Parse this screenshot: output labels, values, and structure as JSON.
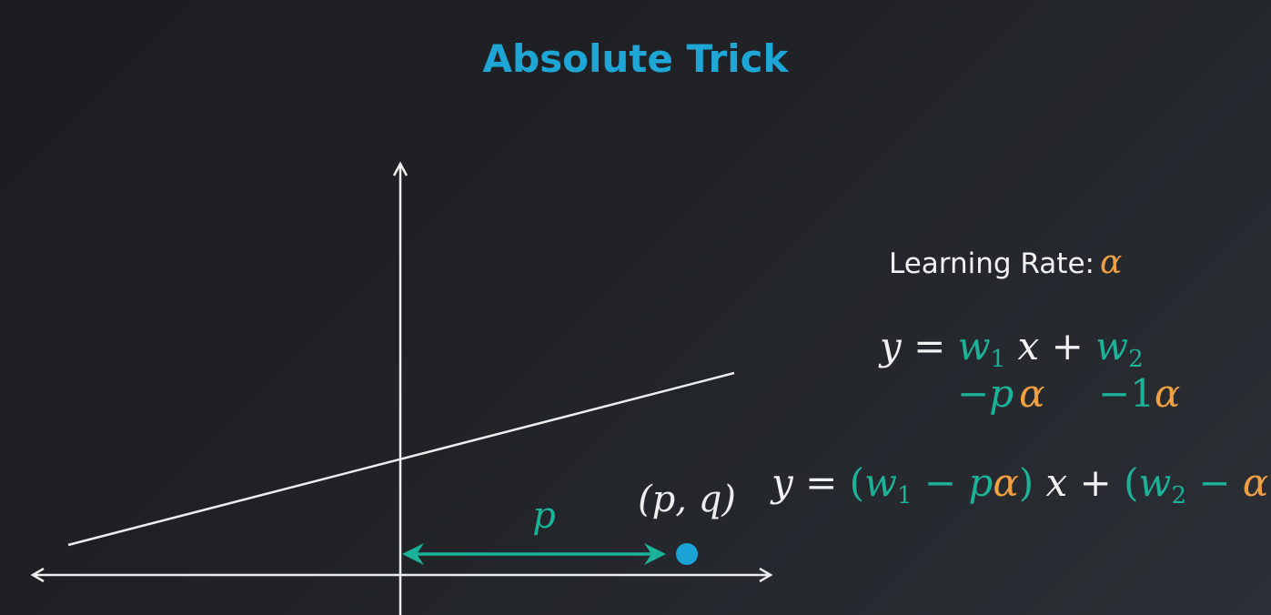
{
  "title": "Absolute Trick",
  "learning_rate": {
    "label": "Learning Rate:",
    "symbol": "α"
  },
  "equation1": {
    "y": "y",
    "eq": "=",
    "w1": "w",
    "w1_sub": "1",
    "x": "x",
    "plus": "+",
    "w2": "w",
    "w2_sub": "2"
  },
  "updates": {
    "w1_minus": "−",
    "w1_p": "p",
    "w1_alpha": "α",
    "w2_minus": "−1",
    "w2_alpha": "α"
  },
  "equation2": {
    "y": "y",
    "eq": "=",
    "open1": "(",
    "w1": "w",
    "w1_sub": "1",
    "minus1": "−",
    "p": "p",
    "alpha1": "α",
    "close1": ")",
    "x": "x",
    "plus": "+",
    "open2": "(",
    "w2": "w",
    "w2_sub": "2",
    "minus2": "−",
    "alpha2": "α",
    "close2": ")"
  },
  "diagram": {
    "point_label": "(p, q)",
    "distance_label": "p",
    "colors": {
      "axis": "#eeeeee",
      "line": "#eeeeee",
      "arrow": "#1ab39a",
      "point": "#1aa3d6",
      "alpha": "#f0a040",
      "title": "#1ea6d6"
    }
  }
}
